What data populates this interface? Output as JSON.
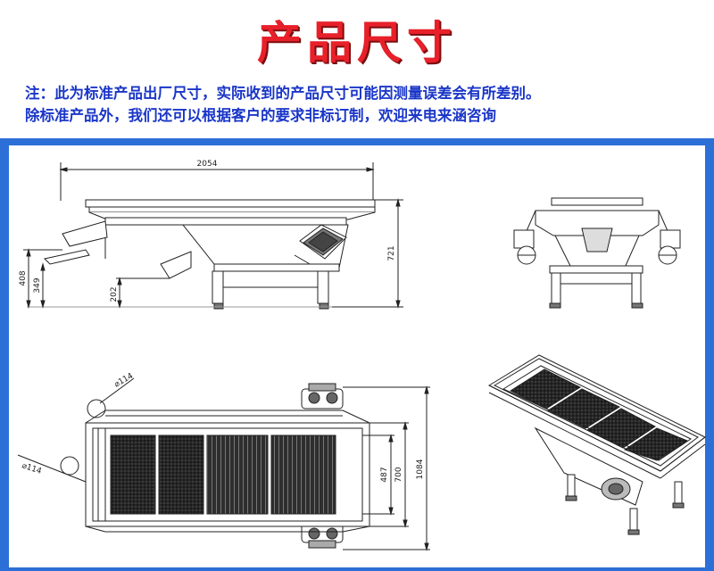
{
  "header": {
    "title": "产品尺寸",
    "note_line1": "注：此为标准产品出厂尺寸，实际收到的产品尺寸可能因测量误差会有所差别。",
    "note_line2": "除标准产品外，我们还可以根据客户的要求非标订制，欢迎来电来涵咨询"
  },
  "drawing": {
    "side_view": {
      "length": "2054",
      "height_total": "721",
      "height_outlet": "408",
      "height_outlet_lower": "349",
      "height_base": "202"
    },
    "top_view": {
      "motor_dia_top": "114",
      "motor_dia_left": "114",
      "screen_width": "487",
      "inner_width": "700",
      "overall_width": "1084"
    }
  },
  "colors": {
    "title_red": "#e8202a",
    "note_blue": "#1a36c8",
    "frame_blue": "#2c6fd6"
  }
}
